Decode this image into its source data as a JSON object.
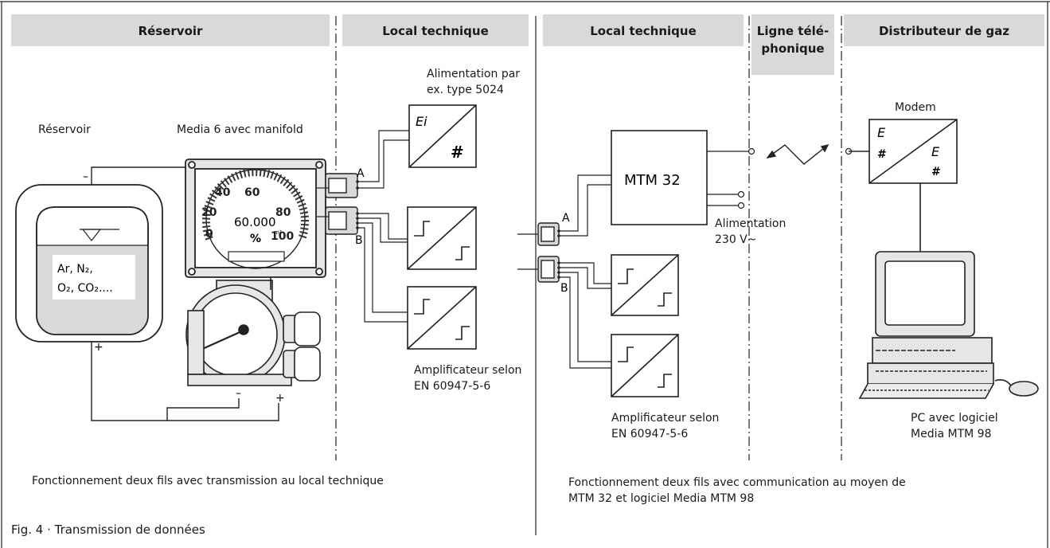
{
  "headers": {
    "reservoir": "Réservoir",
    "local1": "Local technique",
    "local2": "Local technique",
    "ligne_line1": "Ligne télé-",
    "ligne_line2": "phonique",
    "distributeur": "Distributeur de gaz"
  },
  "labels": {
    "reservoir": "Réservoir",
    "media6": "Media 6 avec manifold",
    "alimentation_line1": "Alimentation par",
    "alimentation_line2": "ex. type 5024",
    "modem": "Modem",
    "mtm32": "MTM 32",
    "alim230_line1": "Alimentation",
    "alim230_line2": "230 V~",
    "ampli1_line1": "Amplificateur selon",
    "ampli1_line2": "EN 60947-5-6",
    "ampli2_line1": "Amplificateur selon",
    "ampli2_line2": "EN 60947-5-6",
    "pc_line1": "PC avec logiciel",
    "pc_line2": "Media MTM 98",
    "gas_line1": "Ar, N₂,",
    "gas_line2": "O₂, CO₂....",
    "conn_a1": "A",
    "conn_b1": "B",
    "conn_a2": "A",
    "conn_b2": "B",
    "minus": "–",
    "plus": "+"
  },
  "gauge": {
    "scale": [
      "0",
      "20",
      "40",
      "60",
      "80",
      "100"
    ],
    "display": "60.000",
    "unit": "%",
    "small_unit": "m³"
  },
  "symbols": {
    "hash": "#",
    "e_i": "Ei",
    "e": "E"
  },
  "captions": {
    "left": "Fonctionnement deux fils avec transmission au local technique",
    "right_line1": "Fonctionnement deux fils avec communication au moyen de",
    "right_line2": "MTM 32 et logiciel Media MTM 98",
    "figure": "Fig. 4 · Transmission de données"
  }
}
